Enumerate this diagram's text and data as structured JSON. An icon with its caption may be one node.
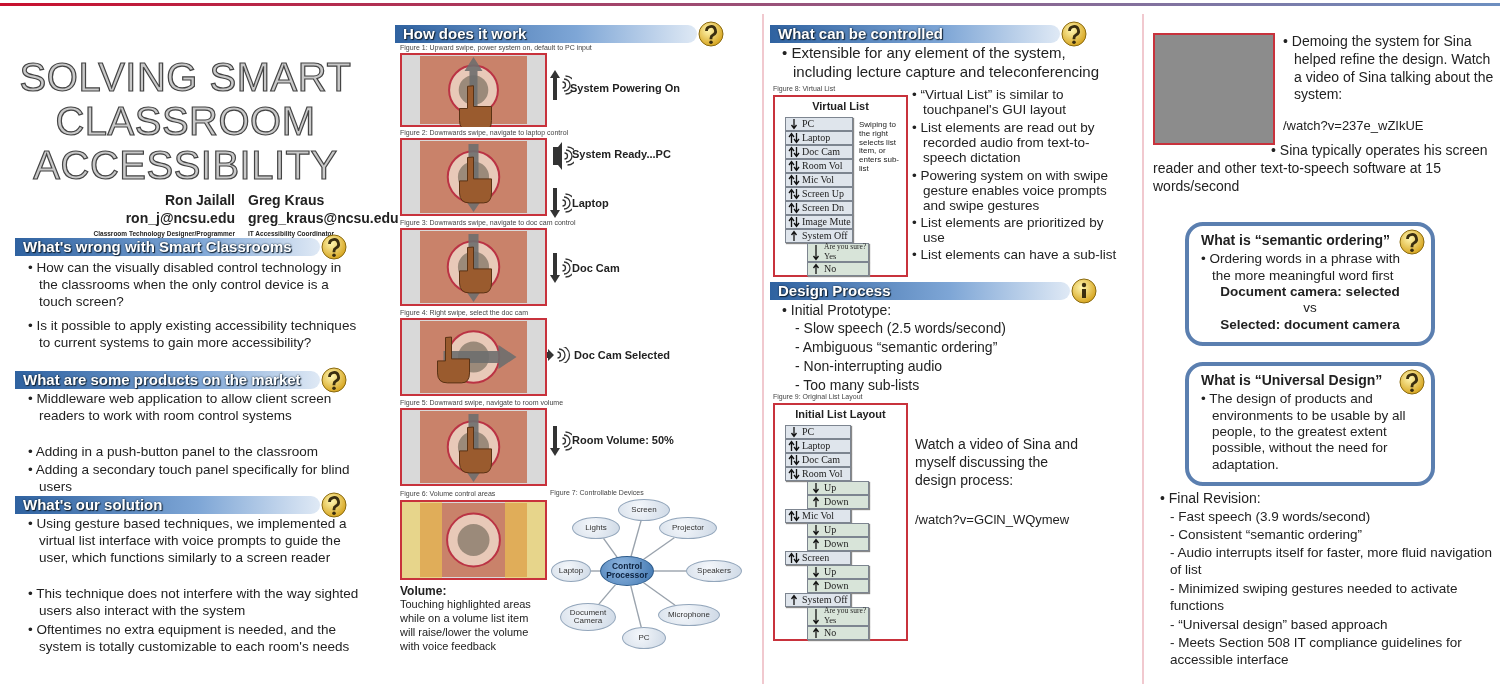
{
  "diagram": {
    "title": "SOLVING SMART CLASSROOM ACCESSIBILITY",
    "nodes": [
      {
        "text": [
          "What's wrong with Smart Classrooms"
        ]
      },
      {
        "text": [
          "What are some products on the market"
        ]
      },
      {
        "text": [
          "What's our solution"
        ]
      },
      {
        "text": [
          "How does it work"
        ]
      },
      {
        "text": [
          "What can be controlled"
        ]
      },
      {
        "text": [
          "Design Process"
        ]
      },
      {
        "text": [
          "What is “semantic ordering”",
          "• Ordering words in a phrase with the more meaningful word first",
          "Document camera: selected",
          "vs",
          "Selected: document camera"
        ]
      },
      {
        "text": [
          "What is “Universal Design”",
          "• The design of products and environments to be usable by all people, to the greatest extent possible, without the need for adaptation."
        ]
      },
      {
        "text": [
          "Virtual List",
          "Swiping to the right selects list item, or enters sub-list"
        ]
      },
      {
        "text": [
          "PC"
        ],
        "in": 8
      },
      {
        "text": [
          "Laptop"
        ],
        "in": 8
      },
      {
        "text": [
          "Doc Cam"
        ],
        "in": 8
      },
      {
        "text": [
          "Room Vol"
        ],
        "in": 8
      },
      {
        "text": [
          "Mic Vol"
        ],
        "in": 8
      },
      {
        "text": [
          "Screen Up"
        ],
        "in": 8
      },
      {
        "text": [
          "Screen Dn"
        ],
        "in": 8
      },
      {
        "text": [
          "Image Mute"
        ],
        "in": 8
      },
      {
        "text": [
          "System Off"
        ],
        "in": 8
      },
      {
        "text": [
          "Are you sure?",
          "Yes"
        ],
        "in": 8
      },
      {
        "text": [
          "No"
        ],
        "in": 8
      },
      {
        "text": [
          "Initial List Layout"
        ]
      },
      {
        "text": [
          "PC"
        ],
        "in": 20
      },
      {
        "text": [
          "Laptop"
        ],
        "in": 20
      },
      {
        "text": [
          "Doc Cam"
        ],
        "in": 20
      },
      {
        "text": [
          "Room Vol"
        ],
        "in": 20
      },
      {
        "text": [
          "Up"
        ],
        "in": 20
      },
      {
        "text": [
          "Down"
        ],
        "in": 20
      },
      {
        "text": [
          "Mic Vol"
        ],
        "in": 20
      },
      {
        "text": [
          "Up"
        ],
        "in": 20
      },
      {
        "text": [
          "Down"
        ],
        "in": 20
      },
      {
        "text": [
          "Screen"
        ],
        "in": 20
      },
      {
        "text": [
          "Up"
        ],
        "in": 20
      },
      {
        "text": [
          "Down"
        ],
        "in": 20
      },
      {
        "text": [
          "System Off"
        ],
        "in": 20
      },
      {
        "text": [
          "Are you sure?",
          "Yes"
        ],
        "in": 20
      },
      {
        "text": [
          "No"
        ],
        "in": 20
      },
      {
        "text": [
          "Control Processor"
        ]
      },
      {
        "text": [
          "Screen"
        ]
      },
      {
        "text": [
          "Projector"
        ]
      },
      {
        "text": [
          "Speakers"
        ]
      },
      {
        "text": [
          "Microphone"
        ]
      },
      {
        "text": [
          "PC"
        ]
      },
      {
        "text": [
          "Document Camera"
        ]
      },
      {
        "text": [
          "Laptop"
        ]
      },
      {
        "text": [
          "Lights"
        ]
      }
    ],
    "edges": [
      {
        "from": 36,
        "to": 37,
        "arrow": "none"
      },
      {
        "from": 36,
        "to": 38,
        "arrow": "none"
      },
      {
        "from": 36,
        "to": 39,
        "arrow": "none"
      },
      {
        "from": 36,
        "to": 40,
        "arrow": "none"
      },
      {
        "from": 36,
        "to": 41,
        "arrow": "none"
      },
      {
        "from": 36,
        "to": 42,
        "arrow": "none"
      },
      {
        "from": 36,
        "to": 43,
        "arrow": "none"
      },
      {
        "from": 36,
        "to": 44,
        "arrow": "none"
      }
    ],
    "labels": [
      "Ron Jailall",
      "ron_j@ncsu.edu",
      "Classroom Technology Designer/Programmer",
      "Greg Kraus",
      "greg_kraus@ncsu.edu",
      "IT Accessibility Coordinator",
      "• How can the visually disabled control technology in the classrooms when the only control device is a touch screen?",
      "• Is it possible to apply existing accessibility techniques to current systems to gain more accessibility?",
      "• Middleware web application to allow client screen readers to work with room control systems",
      "• Adding in a push-button panel to the classroom",
      "• Adding a secondary touch panel specifically for blind users",
      "• Using gesture based techniques, we implemented a virtual list interface with voice prompts to guide the user, which functions similarly to a screen reader",
      "• This technique does not interfere with the way sighted users also interact with the system",
      "• Oftentimes no extra equipment is needed, and the system is totally customizable to each room's needs",
      "Figure 1: Upward swipe, power system on, default to PC input",
      "System Powering On",
      "Figure 2: Downwards swipe, navigate to laptop control",
      "System Ready...PC",
      "Laptop",
      "Figure 3: Downwards swipe, navigate to doc cam control",
      "Doc Cam",
      "Figure 4: Right swipe, select the doc cam",
      "Doc Cam Selected",
      "Figure 5: Downward swipe, navigate to room volume",
      "Room Volume: 50%",
      "Figure 6: Volume control areas",
      "Figure 7: Controllable Devices",
      "Volume:",
      "Touching highlighted areas while on a volume list item will raise/lower the volume with voice feedback",
      "• Extensible for any element of the system, including lecture capture and teleconferencing",
      "Figure 8: Virtual List",
      "• “Virtual List” is similar to touchpanel's GUI layout",
      "• List elements are read out by recorded audio from text-to-speech dictation",
      "• Powering system on with swipe gesture enables voice prompts and swipe gestures",
      "• List elements are prioritized by use",
      "• List elements can have a sub-list",
      "• Initial Prototype:",
      "- Slow speech (2.5 words/second)",
      "- Ambiguous “semantic ordering”",
      "- Non-interrupting audio",
      "- Too many sub-lists",
      "Figure 9: Original List Layout",
      "Watch a video of Sina and myself discussing the design process:",
      "/watch?v=GClN_WQymew",
      "• Demoing the system for Sina helped refine the design. Watch a video of Sina talking about the system:",
      "/watch?v=237e_wZIkUE",
      "• Sina typically operates his screen reader and other text-to-speech software at 15 words/second",
      "• Final Revision:",
      "- Fast speech (3.9 words/second)",
      "- Consistent “semantic ordering”",
      "- Audio interrupts itself for faster, more fluid navigation of list",
      "- Minimized swiping gestures needed to activate functions",
      "- “Universal design” based approach",
      "- Meets Section 508 IT compliance guidelines for accessible interface"
    ]
  }
}
